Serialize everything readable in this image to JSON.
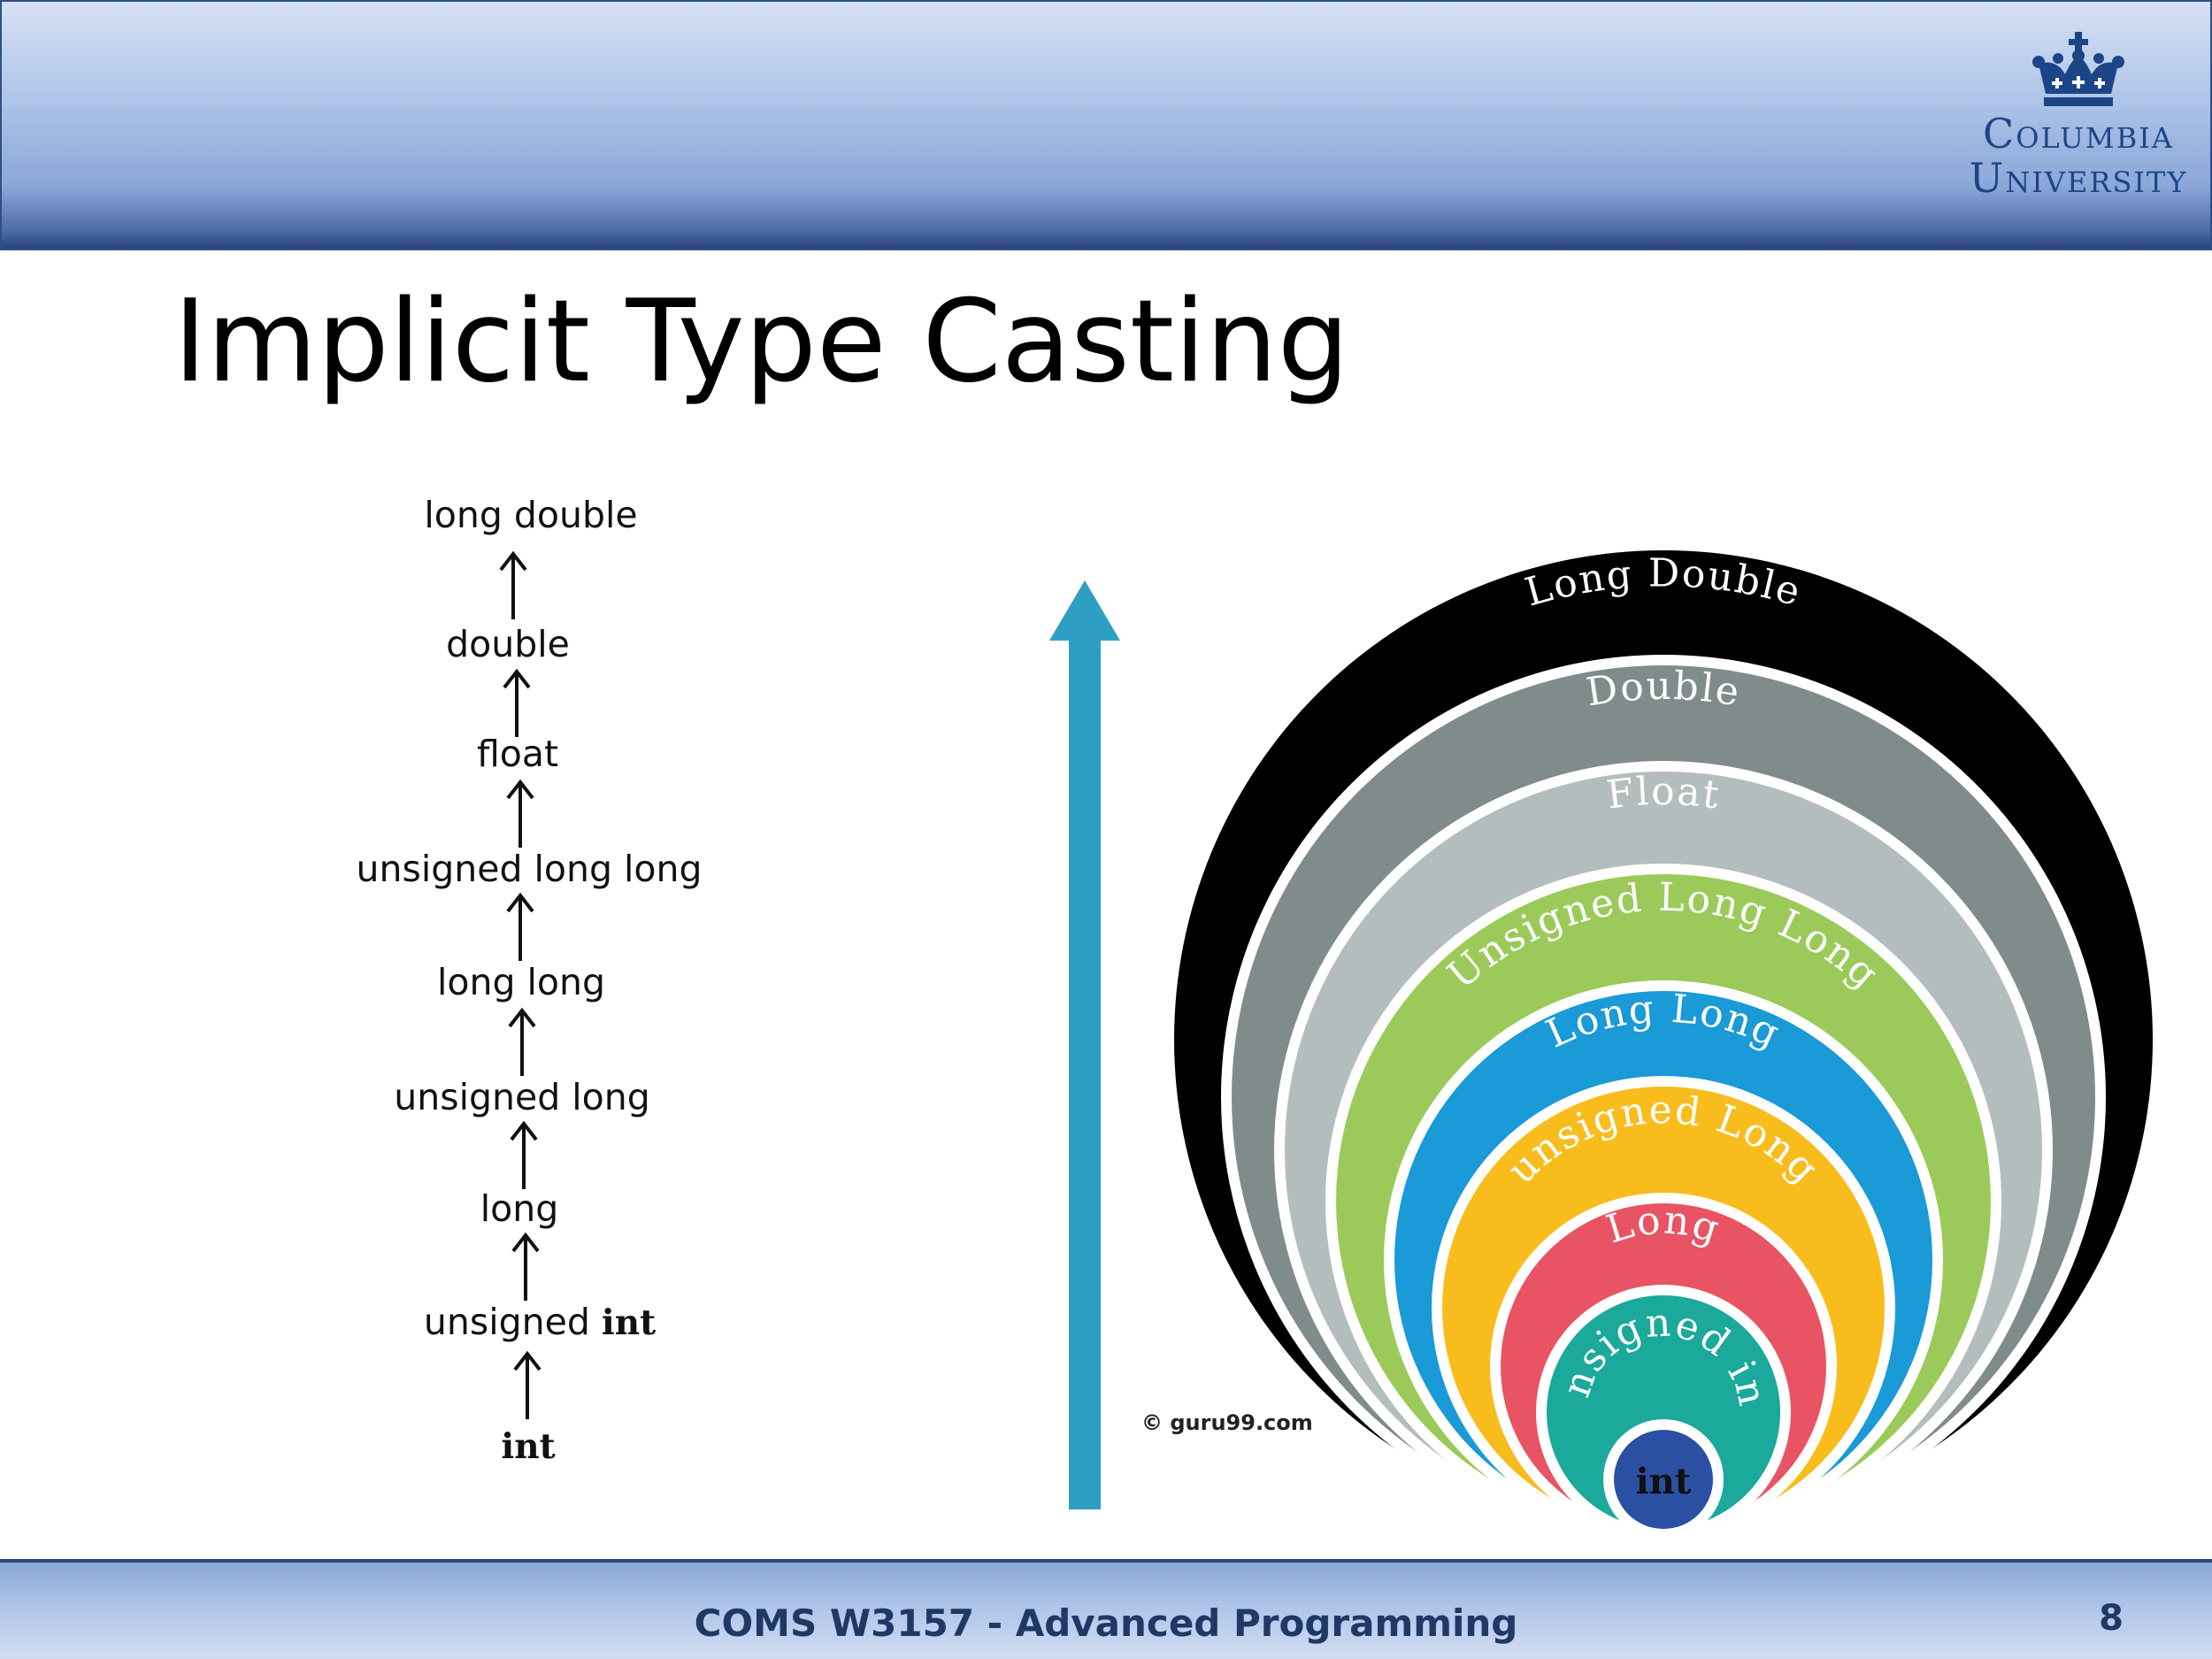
{
  "header": {
    "logo_line1": "Columbia",
    "logo_line2": "University"
  },
  "slide": {
    "title": "Implicit Type Casting"
  },
  "chain": {
    "top": "long  double",
    "items": [
      "double",
      "float",
      "unsigned long long",
      "long  long",
      "unsigned long",
      "long"
    ],
    "unsigned_prefix": "unsigned",
    "unsigned_suffix": "int",
    "bottom": "int"
  },
  "rings": {
    "labels": [
      "Long Double",
      "Double",
      "Float",
      "Unsigned Long Long",
      "Long    Long",
      "unsigned   Long",
      "Long",
      "unsigned int",
      "int"
    ],
    "colors": [
      "#000000",
      "#7f8c8b",
      "#b4bdbd",
      "#9bca5a",
      "#1a9ad6",
      "#f8bd1d",
      "#e85464",
      "#1aa99a",
      "#2b4fa3"
    ],
    "copyright": "© guru99.com"
  },
  "arrow_color": "#2e9fc2",
  "footer": {
    "course": "COMS W3157 - Advanced Programming",
    "page": "8"
  }
}
